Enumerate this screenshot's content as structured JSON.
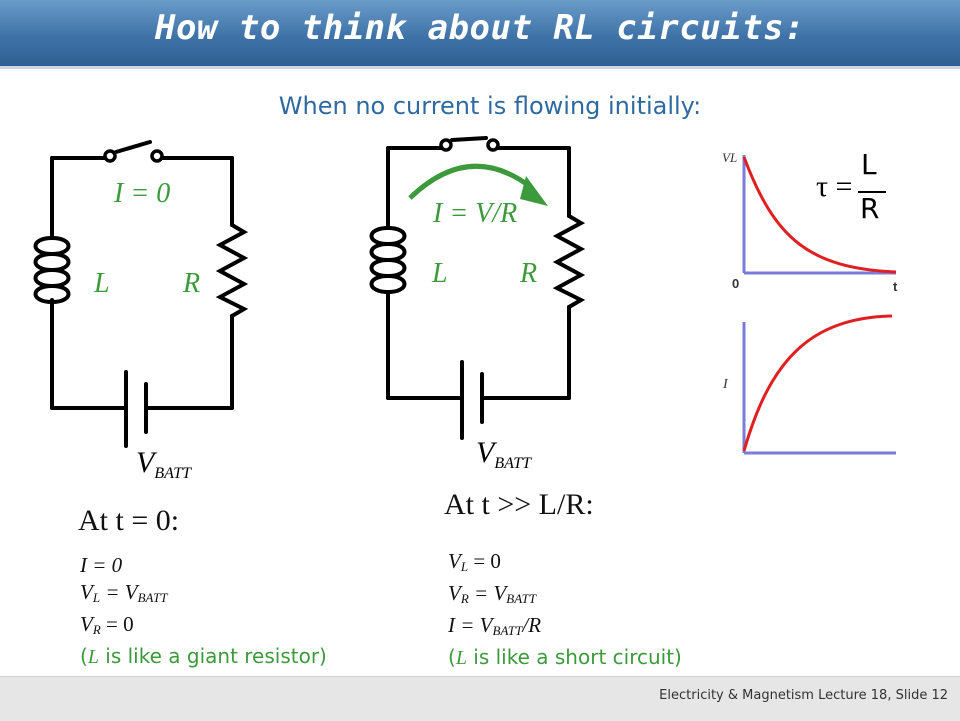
{
  "title": "How to think about RL circuits:",
  "subtitle": "When no current is flowing initially:",
  "circuit_left": {
    "current_label": "I = 0",
    "inductor_label": "L",
    "resistor_label": "R",
    "battery_label_main": "V",
    "battery_label_sub": "BATT"
  },
  "circuit_right": {
    "current_label": "I = V/R",
    "inductor_label": "L",
    "resistor_label": "R",
    "battery_label_main": "V",
    "battery_label_sub": "BATT"
  },
  "state_left": {
    "heading": "At t = 0:",
    "line1": "I = 0",
    "line2_main": "V",
    "line2_sub": "L",
    "line2_eq": " = V",
    "line2_sub2": "BATT",
    "line3_main": "V",
    "line3_sub": "R",
    "line3_eq": " = 0",
    "note_open": "(",
    "note_var": "L",
    "note_text": " is like a giant resistor)"
  },
  "state_right": {
    "heading": "At t >> L/R:",
    "line1_main": "V",
    "line1_sub": "L",
    "line1_eq": " = 0",
    "line2_main": "V",
    "line2_sub": "R",
    "line2_eq": " = V",
    "line2_sub2": "BATT",
    "line3_main": "I = V",
    "line3_sub": "BATT",
    "line3_eq": "/R",
    "note_open": "(",
    "note_var": "L",
    "note_text": " is like a short circuit)"
  },
  "graph_top": {
    "ylabel": "VL",
    "xlabel": "t",
    "origin": "0"
  },
  "graph_bottom": {
    "ylabel": "I"
  },
  "tau_formula": {
    "lhs": "τ =",
    "num": "L",
    "den": "R"
  },
  "footer": "Electricity & Magnetism  Lecture 18, Slide 12",
  "colors": {
    "title_bar": "#3f73a8",
    "subtitle": "#2e6aa0",
    "label_green": "#3c9a3c",
    "curve_red": "#e02020",
    "axis_blue": "#7b7bd9",
    "arrow_green": "#3c9a3c"
  }
}
